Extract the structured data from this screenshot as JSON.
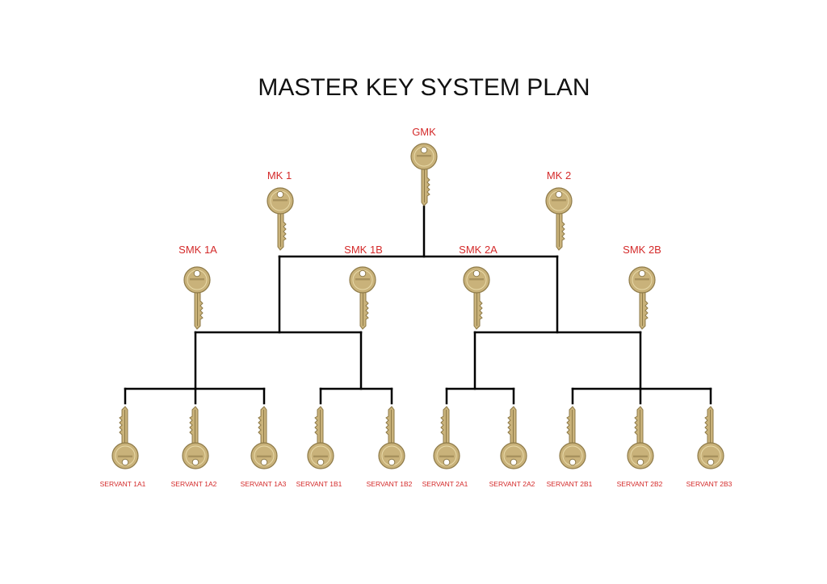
{
  "title": "MASTER KEY SYSTEM PLAN",
  "colors": {
    "label": "#d42a2a",
    "key_body": "#c9b27a",
    "key_dark": "#8e7a48",
    "key_light": "#e8d9a8",
    "line": "#000000"
  },
  "gmk": {
    "label": "GMK"
  },
  "masters": [
    {
      "label": "MK 1"
    },
    {
      "label": "MK 2"
    }
  ],
  "sub_masters": [
    {
      "label": "SMK 1A"
    },
    {
      "label": "SMK 1B"
    },
    {
      "label": "SMK 2A"
    },
    {
      "label": "SMK 2B"
    }
  ],
  "servants": [
    {
      "label": "SERVANT 1A1"
    },
    {
      "label": "SERVANT 1A2"
    },
    {
      "label": "SERVANT 1A3"
    },
    {
      "label": "SERVANT 1B1"
    },
    {
      "label": "SERVANT 1B2"
    },
    {
      "label": "SERVANT 2A1"
    },
    {
      "label": "SERVANT 2A2"
    },
    {
      "label": "SERVANT 2B1"
    },
    {
      "label": "SERVANT 2B2"
    },
    {
      "label": "SERVANT 2B3"
    }
  ]
}
